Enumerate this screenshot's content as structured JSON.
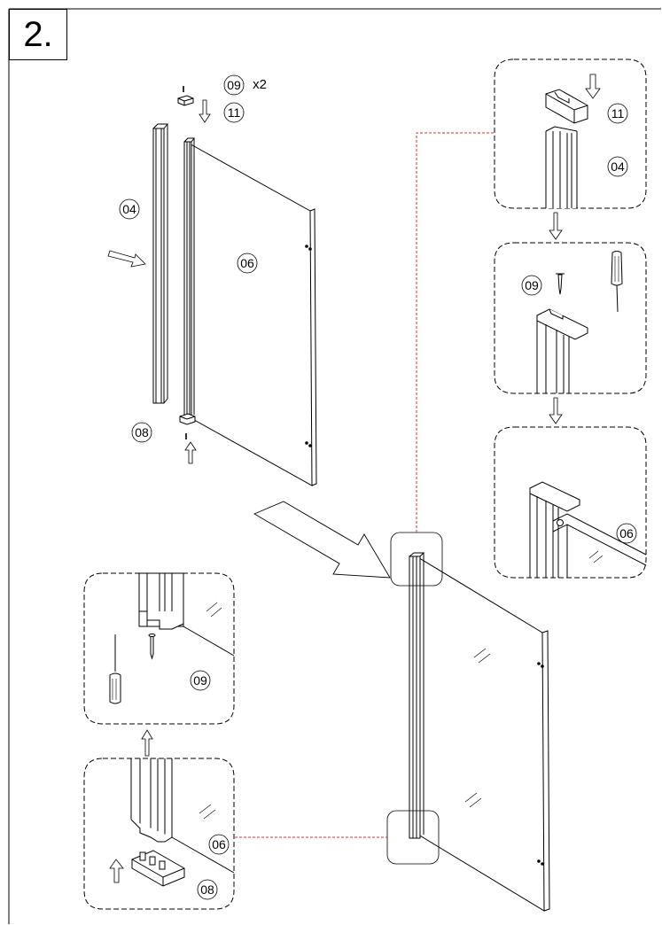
{
  "step": {
    "number": "2."
  },
  "parts": {
    "profile": "04",
    "glass": "06",
    "cap_bottom": "08",
    "screw": "09",
    "screw_qty": "x2",
    "cap_top": "11"
  },
  "colors": {
    "line": "#000000",
    "leader": "#e03030",
    "arrow_fill": "#ffffff"
  }
}
